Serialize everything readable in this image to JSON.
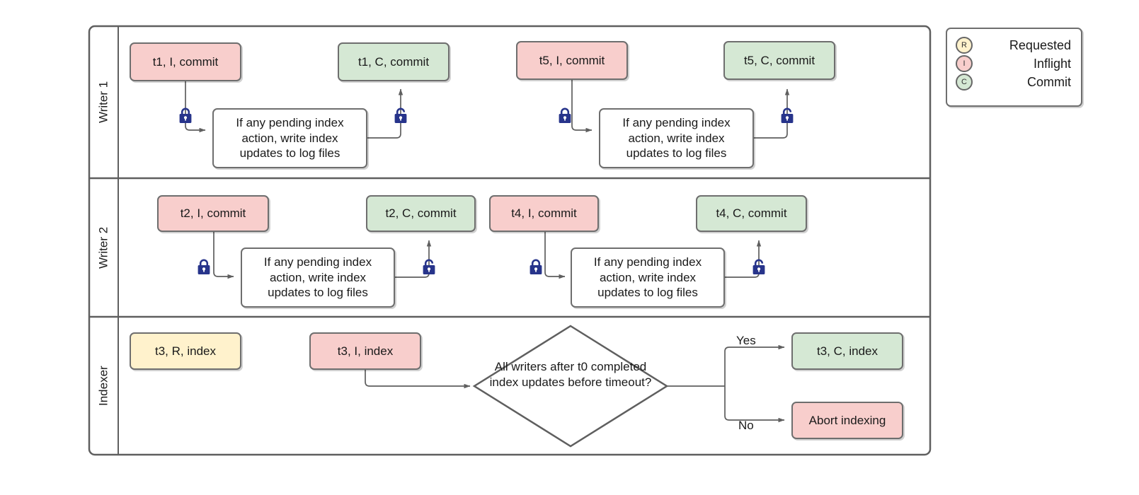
{
  "diagram": {
    "title": "Writer / Indexer lock coordination swimlane",
    "colors": {
      "pink": "#f8cecc",
      "green": "#d5e8d4",
      "yellow": "#fff2cc",
      "white": "#ffffff",
      "stroke": "#666666",
      "lock": "#27348b"
    }
  },
  "lanes": [
    {
      "label": "Writer 1"
    },
    {
      "label": "Writer 2"
    },
    {
      "label": "Indexer"
    }
  ],
  "writer1": {
    "t1_inflight": "t1, I, commit",
    "t1_commit": "t1, C, commit",
    "t1_process": "If any pending index action, write index updates to log files",
    "t5_inflight": "t5, I, commit",
    "t5_commit": "t5, C, commit",
    "t5_process": "If any pending index action, write index updates to log files",
    "lock_closed_1": "lock-closed",
    "lock_open_1": "lock-open",
    "lock_closed_2": "lock-closed",
    "lock_open_2": "lock-open"
  },
  "writer2": {
    "t2_inflight": "t2, I, commit",
    "t2_commit": "t2, C, commit",
    "t2_process": "If any pending index action, write index updates to log files",
    "t4_inflight": "t4, I, commit",
    "t4_commit": "t4, C, commit",
    "t4_process": "If any pending index action, write index updates to log files",
    "lock_closed_1": "lock-closed",
    "lock_open_1": "lock-open",
    "lock_closed_2": "lock-closed",
    "lock_open_2": "lock-open"
  },
  "indexer": {
    "t3_requested": "t3, R, index",
    "t3_inflight": "t3, I, index",
    "decision": "All writers after t0 completed index updates before timeout?",
    "yes_label": "Yes",
    "no_label": "No",
    "t3_commit": "t3, C, index",
    "abort": "Abort indexing"
  },
  "legend": {
    "items": [
      {
        "badge": "R",
        "label": "Requested",
        "color": "#fff2cc"
      },
      {
        "badge": "I",
        "label": "Inflight",
        "color": "#f8cecc"
      },
      {
        "badge": "C",
        "label": "Commit",
        "color": "#d5e8d4"
      }
    ]
  }
}
